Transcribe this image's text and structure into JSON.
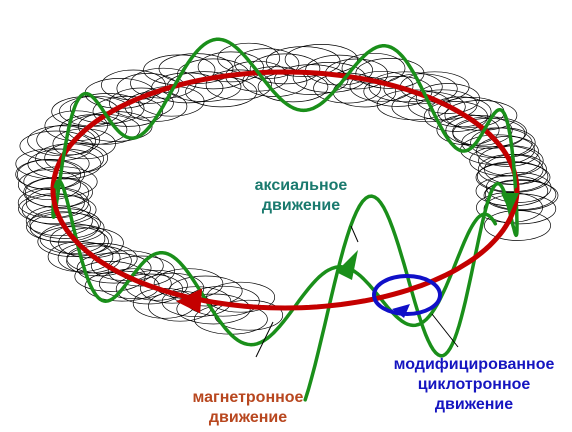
{
  "labels": {
    "axial": {
      "line1": "аксиальное",
      "line2": "движение"
    },
    "magnetron": {
      "line1": "магнетронное",
      "line2": "движение"
    },
    "cyclotron": {
      "line1": "модифицированное",
      "line2": "циклотронное",
      "line3": "движение"
    }
  },
  "colors": {
    "magnetron": "#c40000",
    "axial": "#1a8f1a",
    "cyclotron": "#1010c8",
    "coil": "#000000",
    "axial_label": "#1a7a6e",
    "magnetron_label": "#b8471f",
    "cyclotron_label": "#1515c0"
  }
}
